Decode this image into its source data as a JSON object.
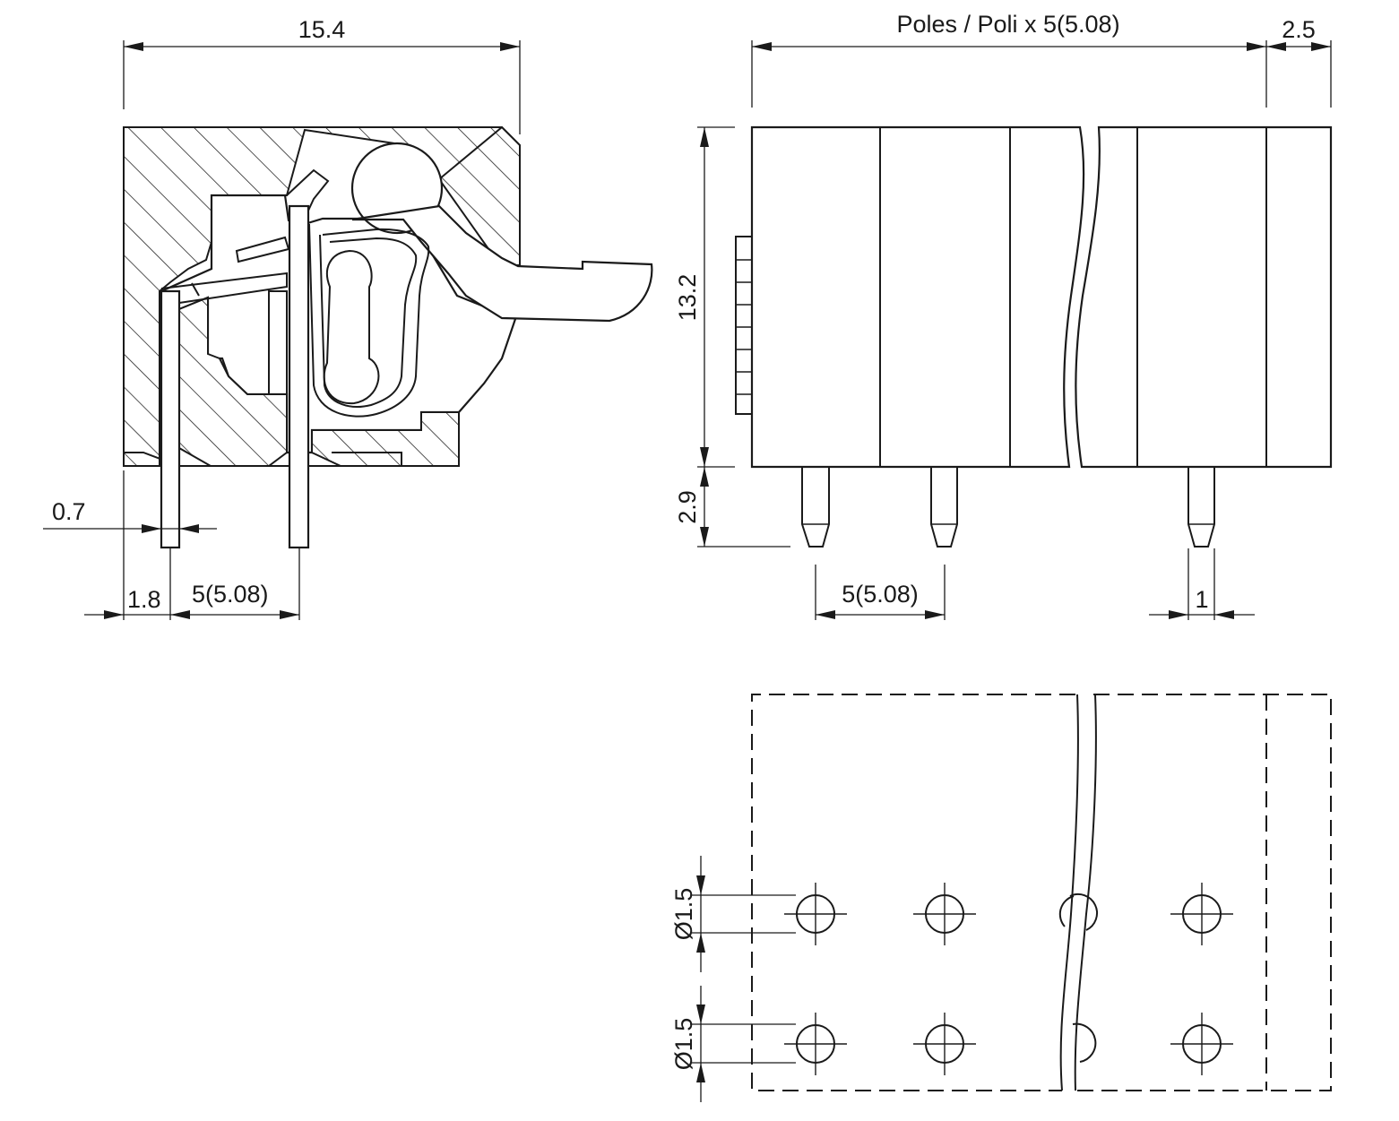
{
  "dimensions": {
    "side_width": "15.4",
    "pole_pitch_formula": "Poles / Poli x 5(5.08)",
    "end_width": "2.5",
    "body_height": "13.2",
    "pin_length": "2.9",
    "pin_thickness": "0.7",
    "edge_offset": "1.8",
    "side_pitch": "5(5.08)",
    "front_pitch": "5(5.08)",
    "pin_width": "1",
    "hole_diameter_1": "Ø1.5",
    "hole_diameter_2": "Ø1.5"
  }
}
